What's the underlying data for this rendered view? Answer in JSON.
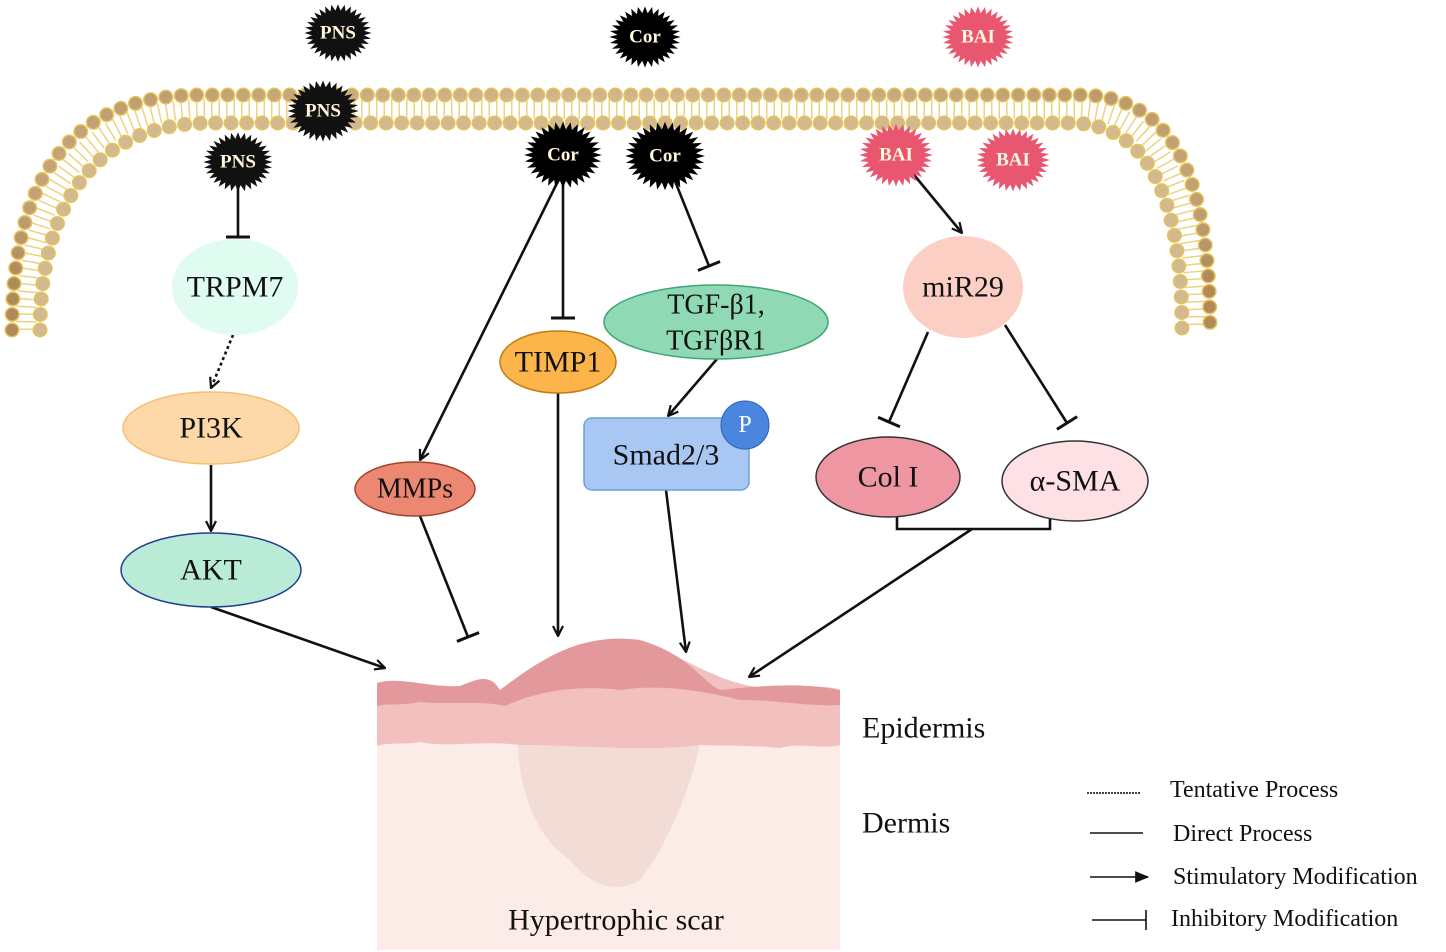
{
  "colors": {
    "PNS": "#111111",
    "Cor": "#52c996",
    "BAI": "#e8576f",
    "membrane": "#d9b887"
  },
  "agents": {
    "pns": "PNS",
    "cor": "Cor",
    "bai": "BAI"
  },
  "nodes": {
    "trpm7": "TRPM7",
    "pi3k": "PI3K",
    "akt": "AKT",
    "mmps": "MMPs",
    "timp1": "TIMP1",
    "tgf_line1": "TGF-β1,",
    "tgf_line2": "TGFβR1",
    "smad": "Smad2/3",
    "phospho": "P",
    "mir29": "miR29",
    "col1": "Col I",
    "asma": "α-SMA"
  },
  "skin": {
    "epidermis": "Epidermis",
    "dermis": "Dermis",
    "title": "Hypertrophic scar"
  },
  "legend": [
    {
      "label": "Tentative Process",
      "style": "dotted"
    },
    {
      "label": "Direct Process",
      "style": "line"
    },
    {
      "label": "Stimulatory Modification",
      "style": "arrow"
    },
    {
      "label": "Inhibitory Modification",
      "style": "inhibit"
    }
  ]
}
